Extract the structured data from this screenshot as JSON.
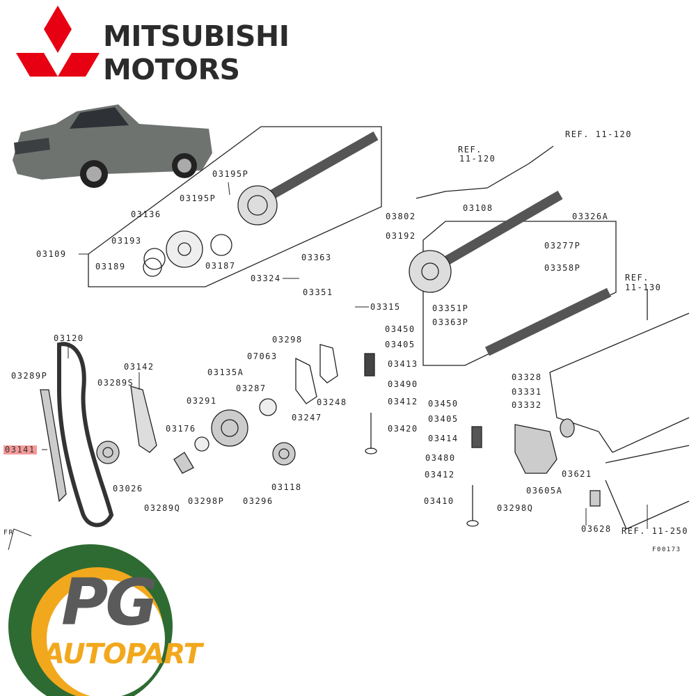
{
  "brand": {
    "line1": "MITSUBISHI",
    "line2": "MOTORS",
    "logo_color": "#e60012"
  },
  "dealer_logo": {
    "line1": "PG",
    "line2": "AUTOPART",
    "gear_color": "#2e6b33",
    "accent": "#f2a81d"
  },
  "diagram": {
    "code": "F00173",
    "direction": "FR",
    "highlighted_part": "03141",
    "refs": [
      "REF. 11-120",
      "REF.",
      "11-120",
      "REF.",
      "11-130",
      "REF. 11-250"
    ],
    "parts": [
      "03195P",
      "03195P",
      "03136",
      "03193",
      "03109",
      "03189",
      "03187",
      "03108",
      "03802",
      "03192",
      "03326A",
      "03277P",
      "03358P",
      "03363",
      "03324",
      "03351",
      "03315",
      "03351P",
      "03363P",
      "03450",
      "03405",
      "03413",
      "03490",
      "03412",
      "03420",
      "03328",
      "03331",
      "03332",
      "03450",
      "03405",
      "03414",
      "03480",
      "03412",
      "03410",
      "03605A",
      "03621",
      "03298Q",
      "03628",
      "03120",
      "03289P",
      "03142",
      "03289S",
      "03135A",
      "07063",
      "03298",
      "03287",
      "03291",
      "03248",
      "03247",
      "03141",
      "03176",
      "03026",
      "03298P",
      "03296",
      "03118",
      "03289Q"
    ]
  }
}
